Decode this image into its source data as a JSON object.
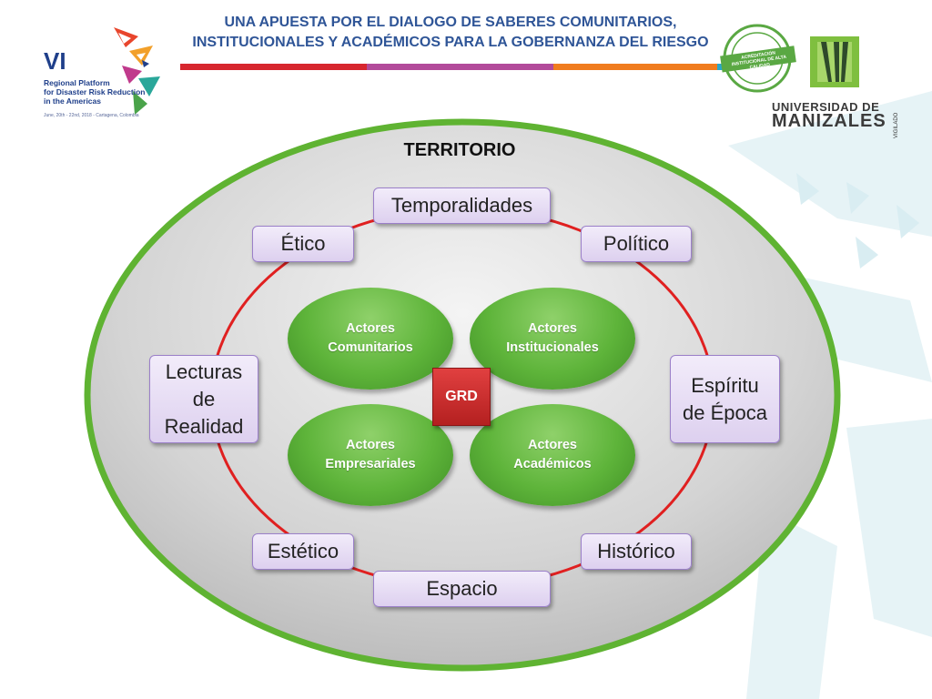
{
  "header": {
    "title_line1": "UNA APUESTA POR EL DIALOGO DE SABERES COMUNITARIOS,",
    "title_line2": "INSTITUCIONALES Y ACADÉMICOS PARA LA GOBERNANZA DEL RIESGO",
    "bar_colors": [
      "#d7262e",
      "#b24a9a",
      "#f07c1f",
      "#2aa7c9"
    ]
  },
  "logo_left": {
    "number": "VI",
    "lines": [
      "Regional Platform",
      "for Disaster Risk Reduction",
      "in the Americas"
    ],
    "dates": "June, 20th - 22nd, 2018 - Cartagena, Colombia"
  },
  "logo_right": {
    "seal_text": "ACREDITACIÓN INSTITUCIONAL DE ALTA CALIDAD",
    "university_line1": "UNIVERSIDAD DE",
    "university_line2": "MANIZALES",
    "vigilado": "VIGILADO"
  },
  "diagram": {
    "outer_label": "TERRITORIO",
    "ring_color": "#e02020",
    "dimensions": {
      "top": "Temporalidades",
      "upper_left": "Ético",
      "upper_right": "Político",
      "left": "Lecturas de Realidad",
      "right": "Espíritu de Época",
      "lower_left": "Estético",
      "lower_right": "Histórico",
      "bottom": "Espacio"
    },
    "actors": {
      "top_left": "Actores Comunitarios",
      "top_right": "Actores Institucionales",
      "bottom_left": "Actores Empresariales",
      "bottom_right": "Actores Académicos"
    },
    "center": "GRD"
  }
}
